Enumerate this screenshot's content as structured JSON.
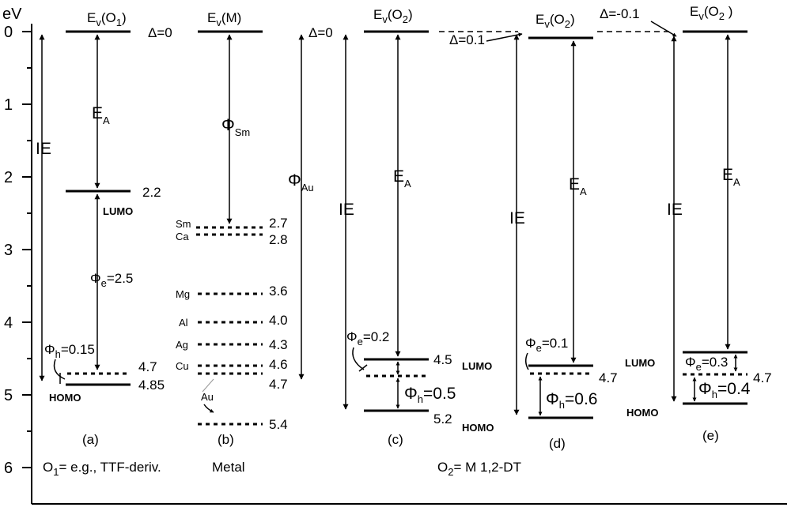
{
  "axis": {
    "unit": "eV",
    "ticks": [
      "0",
      "1",
      "2",
      "3",
      "4",
      "5",
      "6"
    ]
  },
  "panel_a": {
    "top_level": "E",
    "top_sub": "v",
    "top_arg": "(O",
    "top_arg_sub": "1",
    "top_close": ")",
    "delta": "Δ=0",
    "ea_main": "E",
    "ea_sub": "A",
    "ie": "IE",
    "lumo_value": "2.2",
    "lumo": "LUMO",
    "phi_e_main": "Φ",
    "phi_e_sub": "e",
    "phi_e_val": "=2.5",
    "phi_h_main": "Φ",
    "phi_h_sub": "h",
    "phi_h_val": "=0.15",
    "dotted_value": "4.7",
    "homo_value": "4.85",
    "homo": "HOMO",
    "caption": "(a)",
    "bottom_main": "O",
    "bottom_sub": "1",
    "bottom_rest": "= e.g., TTF-deriv."
  },
  "panel_b": {
    "top_level": "E",
    "top_sub": "v",
    "top_arg": "(M)",
    "phi_main": "Φ",
    "phi_sub": "Sm",
    "metals": [
      {
        "name": "Sm",
        "value": "2.7"
      },
      {
        "name": "Ca",
        "value": "2.8"
      },
      {
        "name": "Mg",
        "value": "3.6"
      },
      {
        "name": "Al",
        "value": "4.0"
      },
      {
        "name": "Ag",
        "value": "4.3"
      },
      {
        "name": "Cu",
        "value": "4.6"
      },
      {
        "name": "",
        "value": "4.7"
      },
      {
        "name": "Au",
        "value": "5.4"
      }
    ],
    "caption": "(b)",
    "bottom": "Metal"
  },
  "panel_au": {
    "delta": "Δ=0",
    "phi_main": "Φ",
    "phi_sub": "Au"
  },
  "panel_c": {
    "top_level": "E",
    "top_sub": "v",
    "top_arg": "(O",
    "top_arg_sub": "2",
    "top_close": ")",
    "ie": "IE",
    "ea_main": "E",
    "ea_sub": "A",
    "phi_e_main": "Φ",
    "phi_e_sub": "e",
    "phi_e_val": "=0.2",
    "lumo_value": "4.5",
    "lumo": "LUMO",
    "phi_h_main": "Φ",
    "phi_h_sub": "h",
    "phi_h_val": "=0.5",
    "homo_value": "5.2",
    "homo": "HOMO",
    "caption": "(c)"
  },
  "panel_d": {
    "delta": "Δ=0.1",
    "top_level": "E",
    "top_sub": "v",
    "top_arg": "(O",
    "top_arg_sub": "2",
    "top_close": ")",
    "ie": "IE",
    "ea_main": "E",
    "ea_sub": "A",
    "phi_e_main": "Φ",
    "phi_e_sub": "e",
    "phi_e_val": "=0.1",
    "dotted_value": "4.7",
    "phi_h_main": "Φ",
    "phi_h_sub": "h",
    "phi_h_val": "=0.6",
    "caption": "(d)",
    "bottom_main": "O",
    "bottom_sub": "2",
    "bottom_rest": "= M 1,2-DT"
  },
  "panel_e": {
    "delta": "Δ=-0.1",
    "top_level": "E",
    "top_sub": "v",
    "top_arg": "(O",
    "top_arg_sub": "2",
    "top_close": " )",
    "ie": "IE",
    "ea_main": "E",
    "ea_sub": "A",
    "lumo": "LUMO",
    "phi_e_main": "Φ",
    "phi_e_sub": "e",
    "phi_e_val": "=0.3",
    "dotted_value": "4.7",
    "phi_h_main": "Φ",
    "phi_h_sub": "h",
    "phi_h_val": "=0.4",
    "homo": "HOMO",
    "caption": "(e)"
  }
}
